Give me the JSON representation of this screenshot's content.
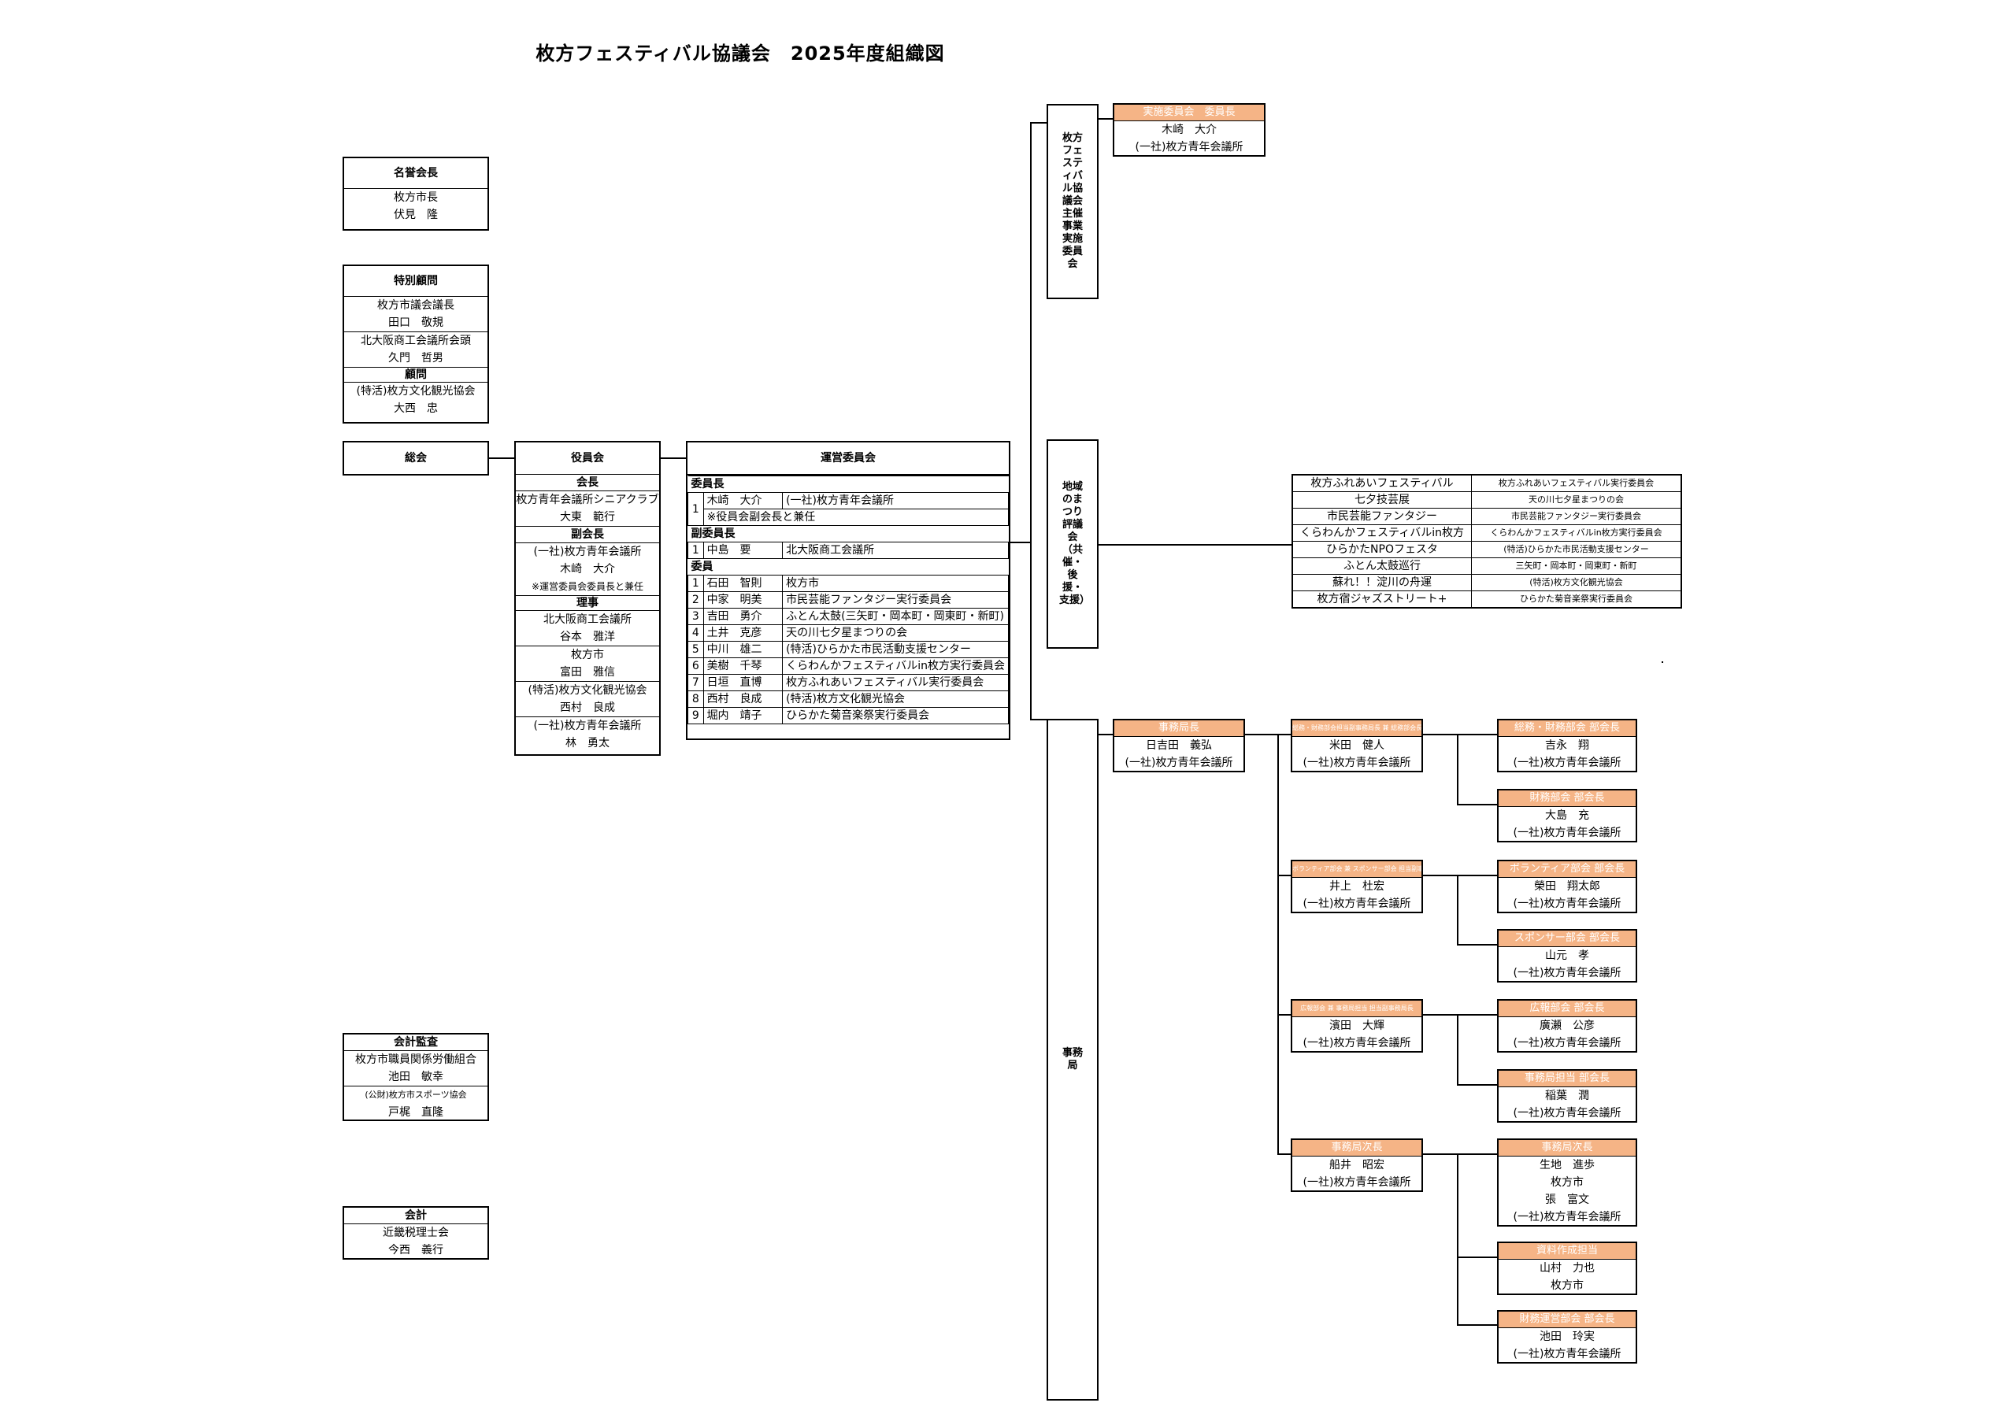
{
  "title": "枚方フェスティバル協議会　2025年度組織図",
  "honorary": {
    "title": "名誉会長",
    "lines": [
      "枚方市長",
      "伏見　隆"
    ]
  },
  "special_advisor": {
    "title": "特別顧問",
    "lines": [
      "枚方市議会議長",
      "田口　敬規",
      "北大阪商工会議所会頭",
      "久門　哲男"
    ],
    "advisor_title": "顧問",
    "advisor_lines": [
      "(特活)枚方文化観光協会",
      "大西　忠"
    ]
  },
  "general_assembly": "総会",
  "officers": {
    "title": "役員会",
    "chair_label": "会長",
    "chair": [
      "枚方青年会議所シニアクラブ",
      "大東　範行"
    ],
    "vice_label": "副会長",
    "vice": [
      "(一社)枚方青年会議所",
      "木崎　大介",
      "※運営委員会委員長と兼任"
    ],
    "director_label": "理事",
    "directors": [
      [
        "北大阪商工会議所",
        "谷本　雅洋"
      ],
      [
        "枚方市",
        "富田　雅信"
      ],
      [
        "(特活)枚方文化観光協会",
        "西村　良成"
      ],
      [
        "(一社)枚方青年会議所",
        "林　勇太"
      ]
    ]
  },
  "steering": {
    "title": "運営委員会",
    "chair_label": "委員長",
    "chair": {
      "no": "1",
      "name": "木崎　大介",
      "org": "(一社)枚方青年会議所",
      "note": "※役員会副会長と兼任"
    },
    "vice_label": "副委員長",
    "vice": {
      "no": "1",
      "name": "中島　要",
      "org": "北大阪商工会議所"
    },
    "members_label": "委員",
    "members": [
      {
        "no": "1",
        "name": "石田　智則",
        "org": "枚方市"
      },
      {
        "no": "2",
        "name": "中家　明美",
        "org": "市民芸能ファンタジー実行委員会"
      },
      {
        "no": "3",
        "name": "吉田　勇介",
        "org": "ふとん太鼓(三矢町・岡本町・岡東町・新町)"
      },
      {
        "no": "4",
        "name": "土井　克彦",
        "org": "天の川七夕星まつりの会"
      },
      {
        "no": "5",
        "name": "中川　雄二",
        "org": "(特活)ひらかた市民活動支援センター"
      },
      {
        "no": "6",
        "name": "美樹　千琴",
        "org": "くらわんかフェスティバルin枚方実行委員会"
      },
      {
        "no": "7",
        "name": "日垣　直博",
        "org": "枚方ふれあいフェスティバル実行委員会"
      },
      {
        "no": "8",
        "name": "西村　良成",
        "org": "(特活)枚方文化観光協会"
      },
      {
        "no": "9",
        "name": "堀内　靖子",
        "org": "ひらかた菊音楽祭実行委員会"
      }
    ]
  },
  "audit": {
    "title": "会計監査",
    "lines": [
      "枚方市職員関係労働組合",
      "池田　敏幸",
      "(公財)枚方市スポーツ協会",
      "戸梶　直隆"
    ]
  },
  "accounting": {
    "title": "会計",
    "lines": [
      "近畿税理士会",
      "今西　義行"
    ]
  },
  "col_host": "枚方フェスティバル協議会主催事業実施委員会",
  "col_festival": "地域のまつり評議会（共催・後援・支援）",
  "col_secretariat": "事務局",
  "host_box": {
    "header": "実施委員会　委員長",
    "lines": [
      "木崎　大介",
      "(一社)枚方青年会議所"
    ]
  },
  "festivals": [
    {
      "event": "枚方ふれあいフェスティバル",
      "org": "枚方ふれあいフェスティバル実行委員会"
    },
    {
      "event": "七夕技芸展",
      "org": "天の川七夕星まつりの会"
    },
    {
      "event": "市民芸能ファンタジー",
      "org": "市民芸能ファンタジー実行委員会"
    },
    {
      "event": "くらわんかフェスティバルin枚方",
      "org": "くらわんかフェスティバルin枚方実行委員会"
    },
    {
      "event": "ひらかたNPOフェスタ",
      "org": "(特活)ひらかた市民活動支援センター"
    },
    {
      "event": "ふとん太鼓巡行",
      "org": "三矢町・岡本町・岡東町・新町"
    },
    {
      "event": "蘇れ！！淀川の舟運",
      "org": "(特活)枚方文化観光協会"
    },
    {
      "event": "枚方宿ジャズストリート+",
      "org": "ひらかた菊音楽祭実行委員会"
    }
  ],
  "sec_chief": {
    "header": "事務局長",
    "lines": [
      "日吉田　義弘",
      "(一社)枚方青年会議所"
    ]
  },
  "sec_divisions": [
    {
      "header": "総務・財務部会担当副事務局長 兼 総務部会長",
      "lines": [
        "米田　健人",
        "(一社)枚方青年会議所"
      ]
    },
    {
      "header": "ボランティア部会 兼 スポンサー部会 担当副事務局長",
      "lines": [
        "井上　杜宏",
        "(一社)枚方青年会議所"
      ]
    },
    {
      "header": "広報部会 兼 事務局担当 担当副事務局長",
      "lines": [
        "濱田　大輝",
        "(一社)枚方青年会議所"
      ]
    },
    {
      "header": "事務局次長",
      "lines": [
        "船井　昭宏",
        "(一社)枚方青年会議所"
      ]
    }
  ],
  "sec_sub": [
    {
      "header": "総務・財務部会 部会長",
      "lines": [
        "吉永　翔",
        "(一社)枚方青年会議所"
      ]
    },
    {
      "header": "財務部会 部会長",
      "lines": [
        "大島　充",
        "(一社)枚方青年会議所"
      ]
    },
    {
      "header": "ボランティア部会 部会長",
      "lines": [
        "榮田　翔太郎",
        "(一社)枚方青年会議所"
      ]
    },
    {
      "header": "スポンサー部会 部会長",
      "lines": [
        "山元　孝",
        "(一社)枚方青年会議所"
      ]
    },
    {
      "header": "広報部会 部会長",
      "lines": [
        "廣瀬　公彦",
        "(一社)枚方青年会議所"
      ]
    },
    {
      "header": "事務局担当 部会長",
      "lines": [
        "稲葉　潤",
        "(一社)枚方青年会議所"
      ]
    },
    {
      "header": "事務局次長",
      "lines": [
        "生地　進歩",
        "枚方市",
        "張　富文",
        "(一社)枚方青年会議所"
      ]
    },
    {
      "header": "資料作成担当",
      "lines": [
        "山村　力也",
        "枚方市"
      ]
    },
    {
      "header": "財務運営部会 部会長",
      "lines": [
        "池田　玲実",
        "(一社)枚方青年会議所"
      ]
    }
  ]
}
